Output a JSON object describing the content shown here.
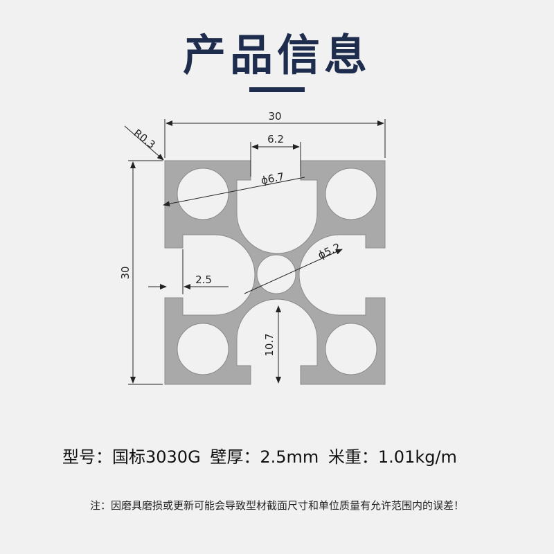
{
  "header": {
    "title": "产品信息"
  },
  "diagram": {
    "dimensions": {
      "width": "30",
      "height": "30",
      "slot_width": "6.2",
      "corner_radius": "R0.3",
      "hole_diameter": "ϕ6.7",
      "center_hole_diameter": "ϕ5.2",
      "wall": "2.5",
      "slot_depth": "10.7"
    }
  },
  "specs": {
    "model": "型号：国标3030G",
    "wall_thickness": "壁厚：2.5mm",
    "weight": "米重：1.01kg/m"
  },
  "note": "注：因磨具磨损或更新可能会导致型材截面尺寸和单位质量有允许范围内的误差！",
  "colors": {
    "heading": "#1e2d4d",
    "profile_fill": "#a9a9a9",
    "background": "#f1f1f1"
  }
}
